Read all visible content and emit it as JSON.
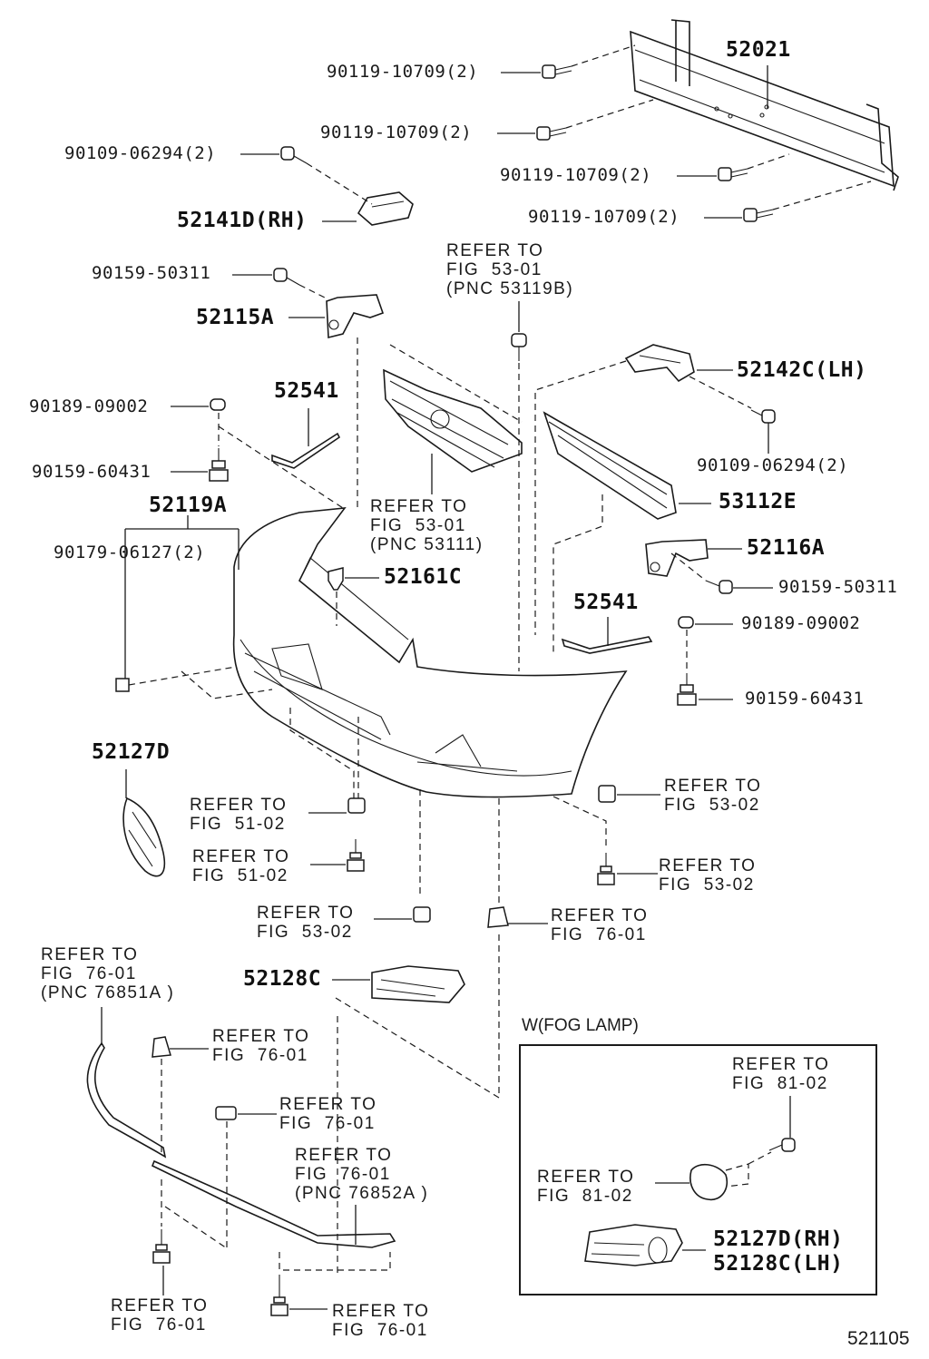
{
  "diagram": {
    "figure_code": "521105",
    "labels": {
      "reinforcement": "52021",
      "bolt_a1": "90119-10709(2)",
      "bolt_a2": "90119-10709(2)",
      "bolt_a3": "90119-10709(2)",
      "bolt_a4": "90119-10709(2)",
      "bolt_rh_bracket": "90109-06294(2)",
      "bracket_rh": "52141D(RH)",
      "screw_side_l": "90159-50311",
      "retainer_l": "52115A",
      "grille_mark_ref": "REFER TO\nFIG  53-01\n(PNC 53119B)",
      "bracket_lh": "52142C(LH)",
      "bolt_lh_bracket": "90109-06294(2)",
      "nut_l": "90189-09002",
      "moulding_l": "52541",
      "bolt_l": "90159-60431",
      "bumper_cover": "52119A",
      "clip_pair": "90179-06127(2)",
      "grille_ref": "REFER TO\nFIG  53-01\n(PNC 53111)",
      "lower_grille": "53112E",
      "retainer_r": "52116A",
      "screw_side_r": "90159-50311",
      "clip_center": "52161C",
      "moulding_r": "52541",
      "nut_r": "90189-09002",
      "bolt_r": "90159-60431",
      "cover_rh": "52127D",
      "ref_51_02_a": "REFER TO\nFIG  51-02",
      "ref_51_02_b": "REFER TO\nFIG  51-02",
      "ref_53_02_a": "REFER TO\nFIG  53-02",
      "ref_53_02_b": "REFER TO\nFIG  53-02",
      "ref_53_02_c": "REFER TO\nFIG  53-02",
      "ref_76_01_a": "REFER TO\nFIG  76-01",
      "cover_lh": "52128C",
      "spoiler_l_ref": "REFER TO\nFIG  76-01\n(PNC 76851A )",
      "ref_76_01_b": "REFER TO\nFIG  76-01",
      "ref_76_01_c": "REFER TO\nFIG  76-01",
      "spoiler_r_ref": "REFER TO\nFIG  76-01\n(PNC 76852A )",
      "ref_76_01_d": "REFER TO\nFIG  76-01",
      "ref_76_01_e": "REFER TO\nFIG  76-01"
    },
    "fog_lamp_inset": {
      "title": "W(FOG LAMP)",
      "screw_ref": "REFER TO\nFIG  81-02",
      "lamp_ref": "REFER TO\nFIG  81-02",
      "cover_rh": "52127D(RH)",
      "cover_lh": "52128C(LH)"
    }
  }
}
